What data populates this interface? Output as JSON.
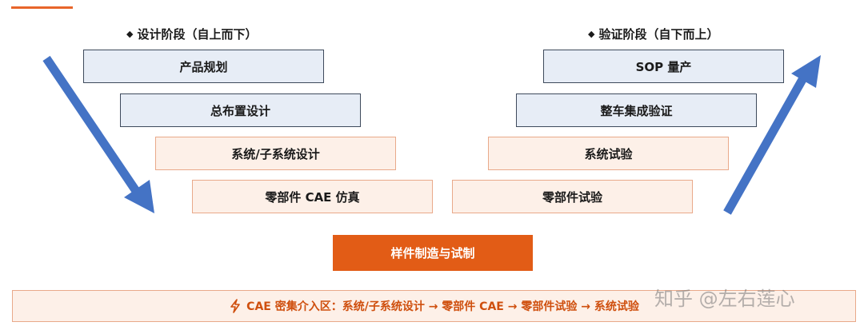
{
  "design_phase": {
    "bullet": "◆",
    "title": "设计阶段（自上而下）",
    "stages": [
      {
        "label": "产品规划"
      },
      {
        "label": "总布置设计"
      },
      {
        "label": "系统/子系统设计"
      },
      {
        "label": "零部件 CAE 仿真"
      }
    ]
  },
  "verification_phase": {
    "bullet": "◆",
    "title": "验证阶段（自下而上）",
    "stages": [
      {
        "label": "SOP 量产"
      },
      {
        "label": "整车集成验证"
      },
      {
        "label": "系统试验"
      },
      {
        "label": "零部件试验"
      }
    ]
  },
  "center": {
    "label": "样件制造与试制"
  },
  "bottom_banner": {
    "icon": "lightning-icon",
    "text": "CAE 密集介入区：系统/子系统设计 → 零部件 CAE → 零部件试验 → 系统试验"
  },
  "watermark": {
    "text": "知乎 @左右莲心"
  },
  "colors": {
    "accent": "#e25c16",
    "arrow": "#4473c5",
    "blue_box_fill": "#e7edf6",
    "orange_box_fill": "#fdf0e8",
    "orange_border": "#e9a98a"
  }
}
